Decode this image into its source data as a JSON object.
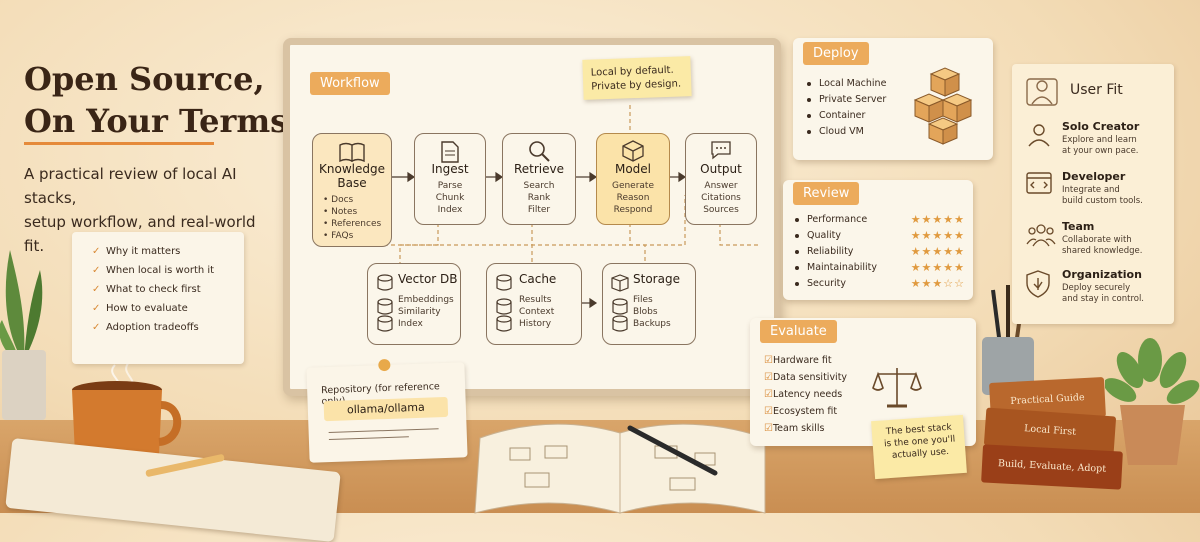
{
  "hero": {
    "title_line1": "Open Source,",
    "title_line2": "On Your Terms",
    "subtitle_line1": "A practical review of local AI stacks,",
    "subtitle_line2": "setup workflow, and real-world fit."
  },
  "checklist": {
    "items": [
      "Why it matters",
      "When local is worth it",
      "What to check first",
      "How to evaluate",
      "Adoption tradeoffs"
    ]
  },
  "workflow": {
    "tag": "Workflow",
    "sticky_line1": "Local by default.",
    "sticky_line2": "Private by design.",
    "stages": [
      {
        "title_line1": "Knowledge",
        "title_line2": "Base",
        "items": [
          "Docs",
          "Notes",
          "References",
          "FAQs"
        ],
        "icon": "book-icon"
      },
      {
        "title": "Ingest",
        "items": [
          "Parse",
          "Chunk",
          "Index"
        ],
        "icon": "document-icon"
      },
      {
        "title": "Retrieve",
        "items": [
          "Search",
          "Rank",
          "Filter"
        ],
        "icon": "search-icon"
      },
      {
        "title": "Model",
        "items": [
          "Generate",
          "Reason",
          "Respond"
        ],
        "icon": "cube-icon"
      },
      {
        "title": "Output",
        "items": [
          "Answer",
          "Citations",
          "Sources"
        ],
        "icon": "chat-icon"
      }
    ],
    "stores": [
      {
        "title": "Vector DB",
        "items": [
          "Embeddings",
          "Similarity",
          "Index"
        ],
        "icon": "database-icon"
      },
      {
        "title": "Cache",
        "items": [
          "Results",
          "Context",
          "History"
        ],
        "icon": "database-icon"
      },
      {
        "title": "Storage",
        "items": [
          "Files",
          "Blobs",
          "Backups"
        ],
        "icon": "box-icon"
      }
    ]
  },
  "repository": {
    "label": "Repository (for reference only)",
    "value": "ollama/ollama"
  },
  "deploy": {
    "tag": "Deploy",
    "items": [
      "Local Machine",
      "Private Server",
      "Container",
      "Cloud VM"
    ]
  },
  "review": {
    "tag": "Review",
    "rows": [
      {
        "label": "Performance",
        "rating": 5
      },
      {
        "label": "Quality",
        "rating": 5
      },
      {
        "label": "Reliability",
        "rating": 5
      },
      {
        "label": "Maintainability",
        "rating": 5
      },
      {
        "label": "Security",
        "rating": 3
      }
    ]
  },
  "evaluate": {
    "tag": "Evaluate",
    "items": [
      "Hardware fit",
      "Data sensitivity",
      "Latency needs",
      "Ecosystem fit",
      "Team skills"
    ]
  },
  "quote": {
    "line1": "The best stack",
    "line2": "is the one you'll",
    "line3": "actually use."
  },
  "user_fit": {
    "title": "User Fit",
    "items": [
      {
        "name": "Solo Creator",
        "desc_line1": "Explore and learn",
        "desc_line2": "at your own pace.",
        "icon": "person-icon"
      },
      {
        "name": "Developer",
        "desc_line1": "Integrate and",
        "desc_line2": "build custom tools.",
        "icon": "code-window-icon"
      },
      {
        "name": "Team",
        "desc_line1": "Collaborate with",
        "desc_line2": "shared knowledge.",
        "icon": "group-icon"
      },
      {
        "name": "Organization",
        "desc_line1": "Deploy securely",
        "desc_line2": "and stay in control.",
        "icon": "shield-icon"
      }
    ]
  },
  "books": [
    "Practical Guide",
    "Local First",
    "Build, Evaluate, Adopt"
  ],
  "colors": {
    "accent": "#ecab5c",
    "ink": "#3a2516",
    "star": "#e09a3f",
    "sticky": "#fbeaa6"
  }
}
